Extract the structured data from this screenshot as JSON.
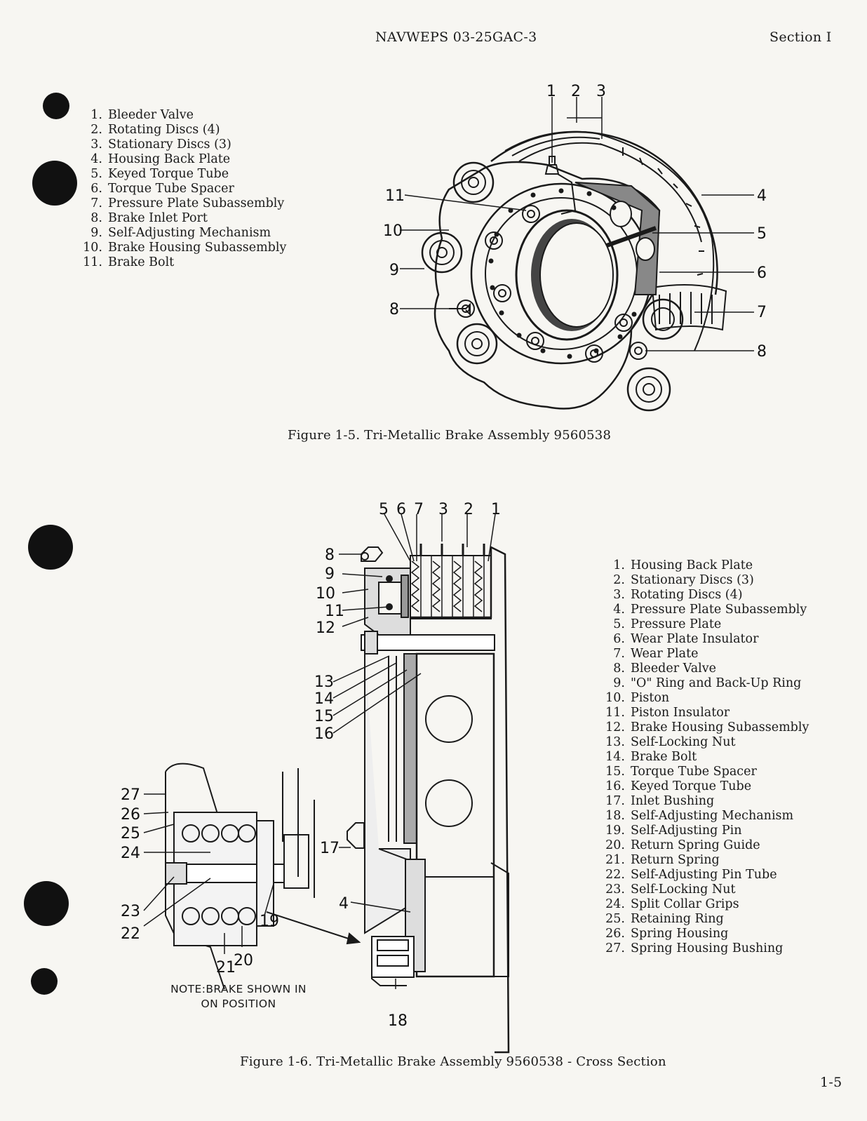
{
  "header": {
    "doc_id": "NAVWEPS 03-25GAC-3",
    "section": "Section I"
  },
  "figure1": {
    "legend": [
      {
        "num": "1.",
        "label": "Bleeder Valve"
      },
      {
        "num": "2.",
        "label": "Rotating Discs (4)"
      },
      {
        "num": "3.",
        "label": "Stationary Discs (3)"
      },
      {
        "num": "4.",
        "label": "Housing Back Plate"
      },
      {
        "num": "5.",
        "label": "Keyed Torque Tube"
      },
      {
        "num": "6.",
        "label": "Torque Tube Spacer"
      },
      {
        "num": "7.",
        "label": "Pressure Plate Subassembly"
      },
      {
        "num": "8.",
        "label": "Brake Inlet Port"
      },
      {
        "num": "9.",
        "label": "Self-Adjusting Mechanism"
      },
      {
        "num": "10.",
        "label": "Brake Housing Subassembly"
      },
      {
        "num": "11.",
        "label": "Brake Bolt"
      }
    ],
    "callouts": {
      "c1": "1",
      "c2": "2",
      "c3": "3",
      "c4": "4",
      "c5": "5",
      "c6": "6",
      "c7": "7",
      "c8a": "8",
      "c8b": "8",
      "c9": "9",
      "c10": "10",
      "c11": "11"
    },
    "caption": "Figure 1-5.  Tri-Metallic Brake Assembly 9560538"
  },
  "figure2": {
    "legend": [
      {
        "num": "1.",
        "label": "Housing Back Plate"
      },
      {
        "num": "2.",
        "label": "Stationary Discs (3)"
      },
      {
        "num": "3.",
        "label": "Rotating Discs (4)"
      },
      {
        "num": "4.",
        "label": "Pressure Plate Subassembly"
      },
      {
        "num": "5.",
        "label": "Pressure Plate"
      },
      {
        "num": "6.",
        "label": "Wear Plate Insulator"
      },
      {
        "num": "7.",
        "label": "Wear Plate"
      },
      {
        "num": "8.",
        "label": "Bleeder Valve"
      },
      {
        "num": "9.",
        "label": "\"O\" Ring and Back-Up Ring"
      },
      {
        "num": "10.",
        "label": "Piston"
      },
      {
        "num": "11.",
        "label": "Piston Insulator"
      },
      {
        "num": "12.",
        "label": "Brake Housing Subassembly"
      },
      {
        "num": "13.",
        "label": "Self-Locking Nut"
      },
      {
        "num": "14.",
        "label": "Brake Bolt"
      },
      {
        "num": "15.",
        "label": "Torque Tube Spacer"
      },
      {
        "num": "16.",
        "label": "Keyed  Torque Tube"
      },
      {
        "num": "17.",
        "label": "Inlet Bushing"
      },
      {
        "num": "18.",
        "label": "Self-Adjusting Mechanism"
      },
      {
        "num": "19.",
        "label": "Self-Adjusting Pin"
      },
      {
        "num": "20.",
        "label": "Return Spring Guide"
      },
      {
        "num": "21.",
        "label": "Return Spring"
      },
      {
        "num": "22.",
        "label": "Self-Adjusting Pin Tube"
      },
      {
        "num": "23.",
        "label": "Self-Locking Nut"
      },
      {
        "num": "24.",
        "label": "Split Collar Grips"
      },
      {
        "num": "25.",
        "label": "Retaining Ring"
      },
      {
        "num": "26.",
        "label": "Spring Housing"
      },
      {
        "num": "27.",
        "label": "Spring Housing Bushing"
      }
    ],
    "callouts": {
      "t5": "5",
      "t6": "6",
      "t7": "7",
      "t3": "3",
      "t2": "2",
      "t1": "1",
      "c8": "8",
      "c9": "9",
      "c10": "10",
      "c11": "11",
      "c12": "12",
      "c13": "13",
      "c14": "14",
      "c15": "15",
      "c16": "16",
      "c17": "17",
      "c4": "4",
      "c18": "18",
      "c27": "27",
      "c26": "26",
      "c25": "25",
      "c24": "24",
      "c23": "23",
      "c22": "22",
      "c21": "21",
      "c20": "20",
      "c19": "19"
    },
    "note_line1": "NOTE:BRAKE SHOWN IN",
    "note_line2": "ON POSITION",
    "caption": "Figure 1-6.  Tri-Metallic Brake Assembly 9560538 - Cross Section"
  },
  "footer": {
    "page_number": "1-5"
  }
}
